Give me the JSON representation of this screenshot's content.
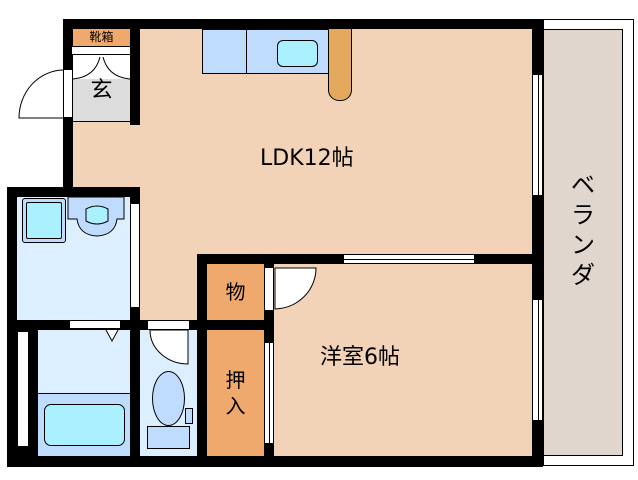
{
  "floorplan": {
    "rooms": {
      "ldk": {
        "label": "LDK12帖"
      },
      "western_room": {
        "label": "洋室6帖"
      },
      "entrance": {
        "label": "玄"
      },
      "shoe_box": {
        "label": "靴箱"
      },
      "storage": {
        "label": "物"
      },
      "closet": {
        "label": "押入"
      },
      "closet_line1": "押",
      "closet_line2": "入",
      "balcony": {
        "label": "ベランダ",
        "chars": [
          "ベ",
          "ラ",
          "ン",
          "ダ"
        ]
      }
    },
    "colors": {
      "wall": "#000000",
      "floor": "#f2d3b7",
      "wet_area": "#dcefff",
      "fixture": "#bfdcff",
      "fixture_water": "#aaf0ff",
      "closet": "#f0a96c",
      "entrance": "#dcdcdc",
      "balcony": "#e0d6ce",
      "fridge": "#e5a95d"
    }
  }
}
